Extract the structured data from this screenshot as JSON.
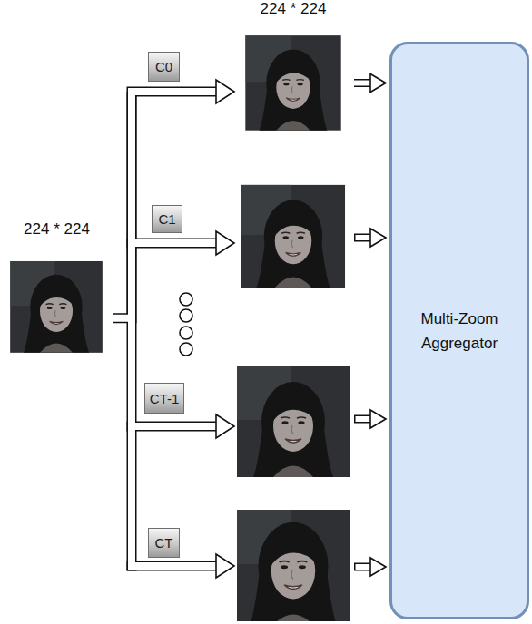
{
  "diagram": {
    "nodes": [
      {
        "text": [
          "224 * 224"
        ]
      },
      {
        "text": [
          "C0"
        ]
      },
      {
        "text": [
          "224 * 224"
        ]
      },
      {
        "text": [
          "C1"
        ]
      },
      {
        "text": [
          "CT-1"
        ]
      },
      {
        "text": [
          "CT"
        ]
      },
      {
        "text": [
          "Multi-Zoom Aggregator"
        ]
      }
    ],
    "edges": [
      {
        "from": 0,
        "to": 2,
        "arrow": "to"
      },
      {
        "from": 2,
        "to": 6,
        "arrow": "to"
      }
    ]
  }
}
